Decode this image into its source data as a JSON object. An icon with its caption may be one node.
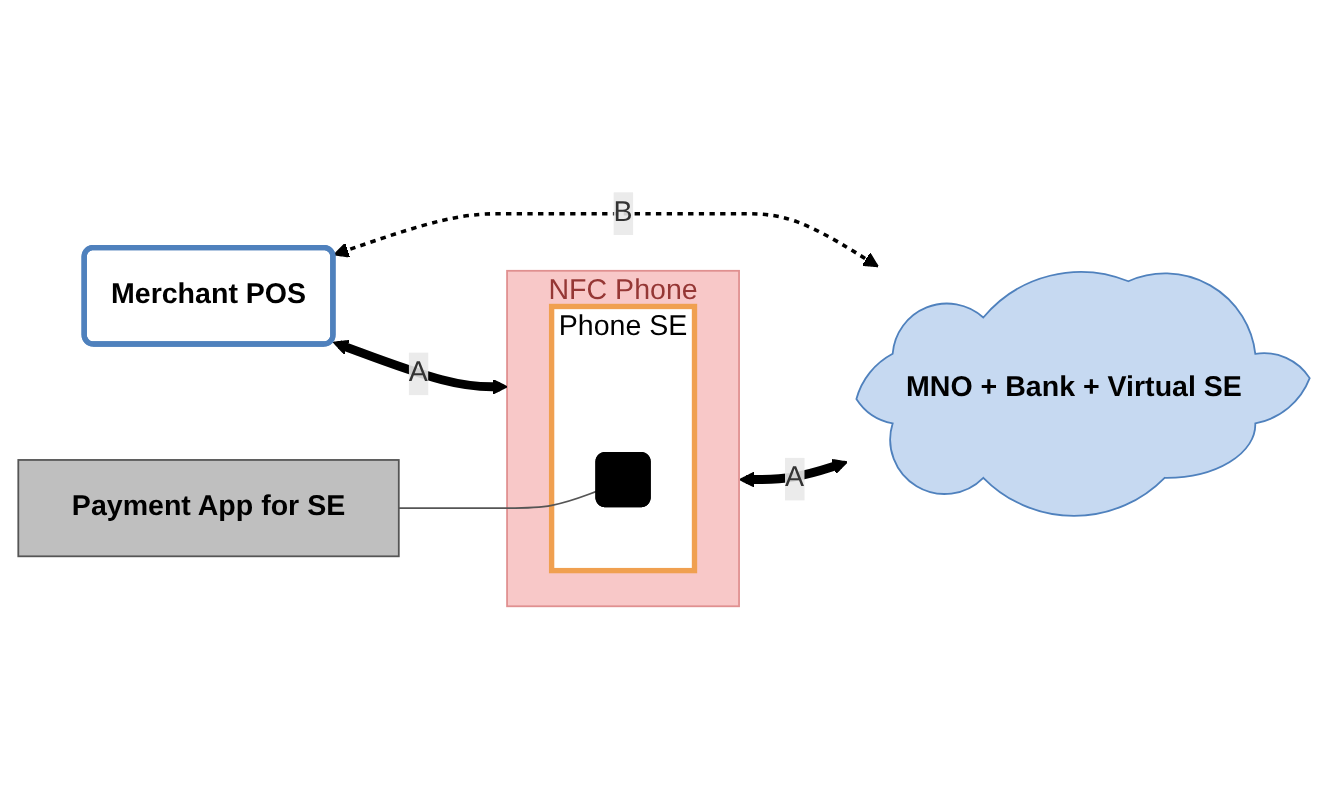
{
  "diagram": {
    "nodes": [
      {
        "text": [
          "Merchant POS"
        ]
      },
      {
        "text": [
          "NFC Phone"
        ]
      },
      {
        "text": [
          "Phone SE"
        ],
        "in": 1
      },
      {
        "text": [],
        "shape": "box",
        "in": 2
      },
      {
        "text": [
          "MNO + Bank + Virtual SE"
        ]
      },
      {
        "text": [
          "Payment App for SE"
        ]
      }
    ],
    "edges": [
      {
        "from": 0,
        "to": 1,
        "arrow": "both",
        "label": "A",
        "style": "thick"
      },
      {
        "from": 1,
        "to": 4,
        "arrow": "both",
        "label": "A",
        "style": "thick"
      },
      {
        "from": 0,
        "to": 4,
        "arrow": "both",
        "label": "B",
        "style": "dashed"
      },
      {
        "from": 5,
        "to": 3,
        "arrow": "none",
        "color": "#555555"
      }
    ]
  }
}
